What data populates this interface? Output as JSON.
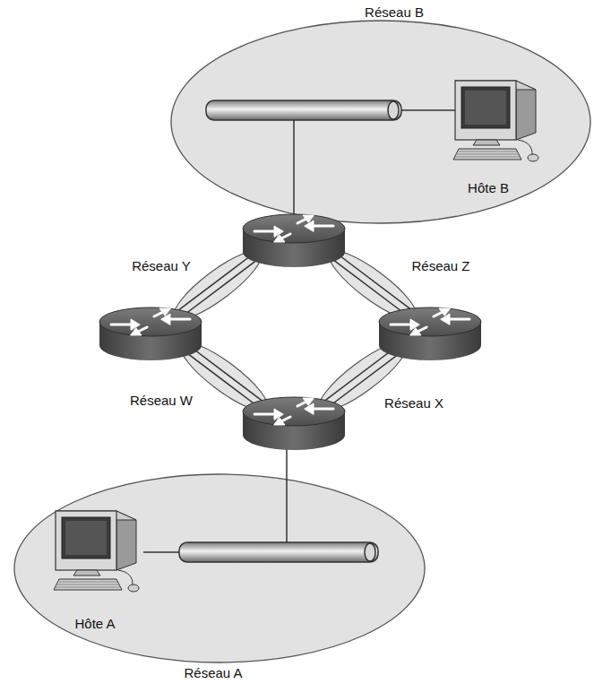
{
  "diagram": {
    "nodes": [
      {
        "text": [
          "Réseau B"
        ]
      },
      {
        "text": [
          "Hôte B"
        ],
        "in": 0
      },
      {
        "text": [
          "Réseau Y"
        ]
      },
      {
        "text": [
          "Réseau Z"
        ]
      },
      {
        "text": [
          "Réseau W"
        ]
      },
      {
        "text": [
          "Réseau X"
        ]
      },
      {
        "text": [
          "Réseau A"
        ]
      },
      {
        "text": [
          "Hôte A"
        ],
        "in": 6
      }
    ]
  }
}
